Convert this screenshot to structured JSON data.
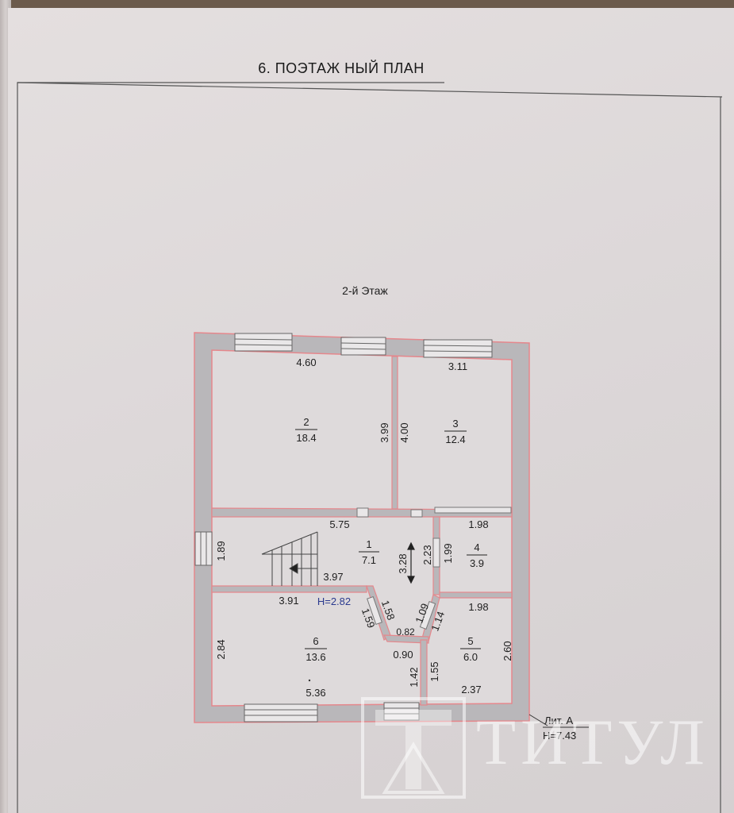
{
  "document": {
    "title": "6. ПОЭТАЖ НЫЙ  ПЛАН",
    "floor_label": "2-й Этаж"
  },
  "rooms": [
    {
      "number": "1",
      "area": "7.1"
    },
    {
      "number": "2",
      "area": "18.4"
    },
    {
      "number": "3",
      "area": "12.4"
    },
    {
      "number": "4",
      "area": "3.9"
    },
    {
      "number": "5",
      "area": "6.0"
    },
    {
      "number": "6",
      "area": "13.6"
    }
  ],
  "dimensions": {
    "r2_width": "4.60",
    "r2_height": "3.99",
    "r3_width": "3.11",
    "r3_height": "4.00",
    "hall_width": "5.75",
    "hall_left_height": "1.89",
    "hall_height": "3.28",
    "stair_len": "3.97",
    "r4_width": "1.98",
    "r4_left": "2.23",
    "r4_height": "1.99",
    "r6_top": "3.91",
    "ceiling": "H=2.82",
    "diag_a": "1.58",
    "diag_b": "1.59",
    "diag_c": "1.09",
    "diag_d": "1.14",
    "niche": "0.82",
    "r5_top": "1.98",
    "r5_right": "2.60",
    "r6_left": "2.84",
    "r6_mid": "0.90",
    "r6_corr": "1.42",
    "r5_left": "1.55",
    "r6_bottom": "5.36",
    "r5_bottom": "2.37"
  },
  "stamp": {
    "lit": "Лит. А",
    "height": "H=7.43"
  },
  "watermark": {
    "text": "ТИТУЛ"
  },
  "colors": {
    "wall_fill": "#b8b6b9",
    "wall_outline": "#e5878c",
    "ceiling_text": "#2b3a8f"
  }
}
